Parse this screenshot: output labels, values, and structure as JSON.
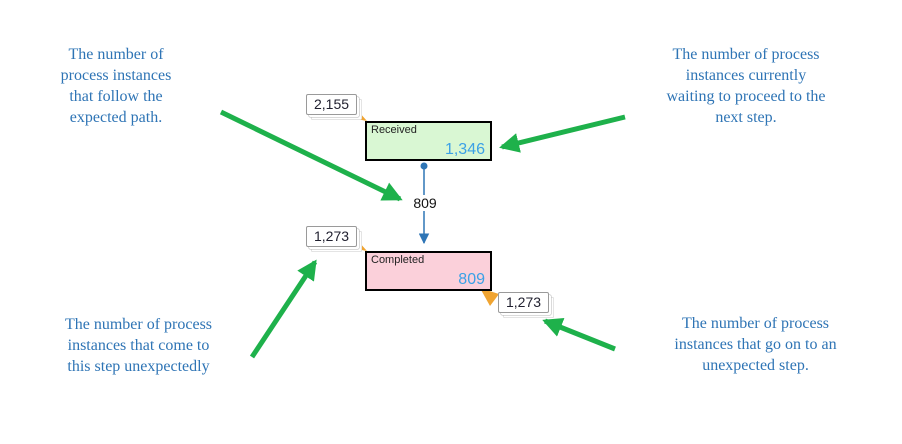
{
  "annotations": {
    "top_left": "The number of\nprocess instances\nthat follow the\nexpected path.",
    "top_right": "The number of process\ninstances currently\nwaiting to proceed to the\nnext step.",
    "bottom_left": "The number of process\ninstances that come to\nthis step unexpectedly",
    "bottom_right": "The number of process\ninstances that go on to an\nunexpected step."
  },
  "diagram": {
    "nodes": [
      {
        "label": "Received",
        "value": "1,346",
        "fill": "#d9f7d3"
      },
      {
        "label": "Completed",
        "value": "809",
        "fill": "#fbd0da"
      }
    ],
    "edge": {
      "from": "Received",
      "to": "Completed",
      "label": "809"
    },
    "badges": {
      "received_incoming": "2,155",
      "completed_incoming_unexpected": "1,273",
      "completed_outgoing_unexpected": "1,273"
    }
  },
  "colors": {
    "annotation_text": "#2e74b5",
    "callout_arrow_green": "#1eb14b",
    "flow_arrow_blue": "#2e75b6",
    "node_value_blue": "#3ba1e6",
    "badge_pointer_yellow": "#f0a431",
    "node_border": "#000000"
  }
}
